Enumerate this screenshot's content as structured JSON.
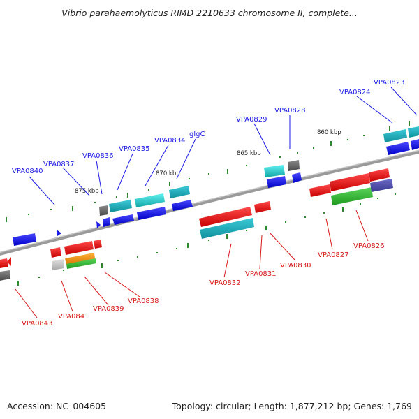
{
  "title": "Vibrio parahaemolyticus RIMD 2210633 chromosome II, complete...",
  "footer": {
    "accession": "Accession: NC_004605",
    "stats": "Topology: circular; Length: 1,877,212 bp; Genes: 1,769"
  },
  "scale_labels": [
    "875 kbp",
    "870 kbp",
    "865 kbp",
    "860 kbp"
  ],
  "genes_top": [
    "VPA0840",
    "VPA0837",
    "VPA0836",
    "VPA0835",
    "VPA0834",
    "glgC",
    "VPA0829",
    "VPA0828",
    "VPA0824",
    "VPA0823"
  ],
  "genes_bottom": [
    "VPA0843",
    "VPA0841",
    "VPA0839",
    "VPA0838",
    "VPA0832",
    "VPA0831",
    "VPA0830",
    "VPA0827",
    "VPA0826"
  ],
  "colors": {
    "backbone": "#808080",
    "forward_cds": "#1a1ae6",
    "reverse_cds": "#e61a1a",
    "feature_cyan": "#1fc6c6",
    "tick": "#2d8a2d",
    "label_top": "#1a1ae6",
    "label_bottom": "#d81818"
  }
}
